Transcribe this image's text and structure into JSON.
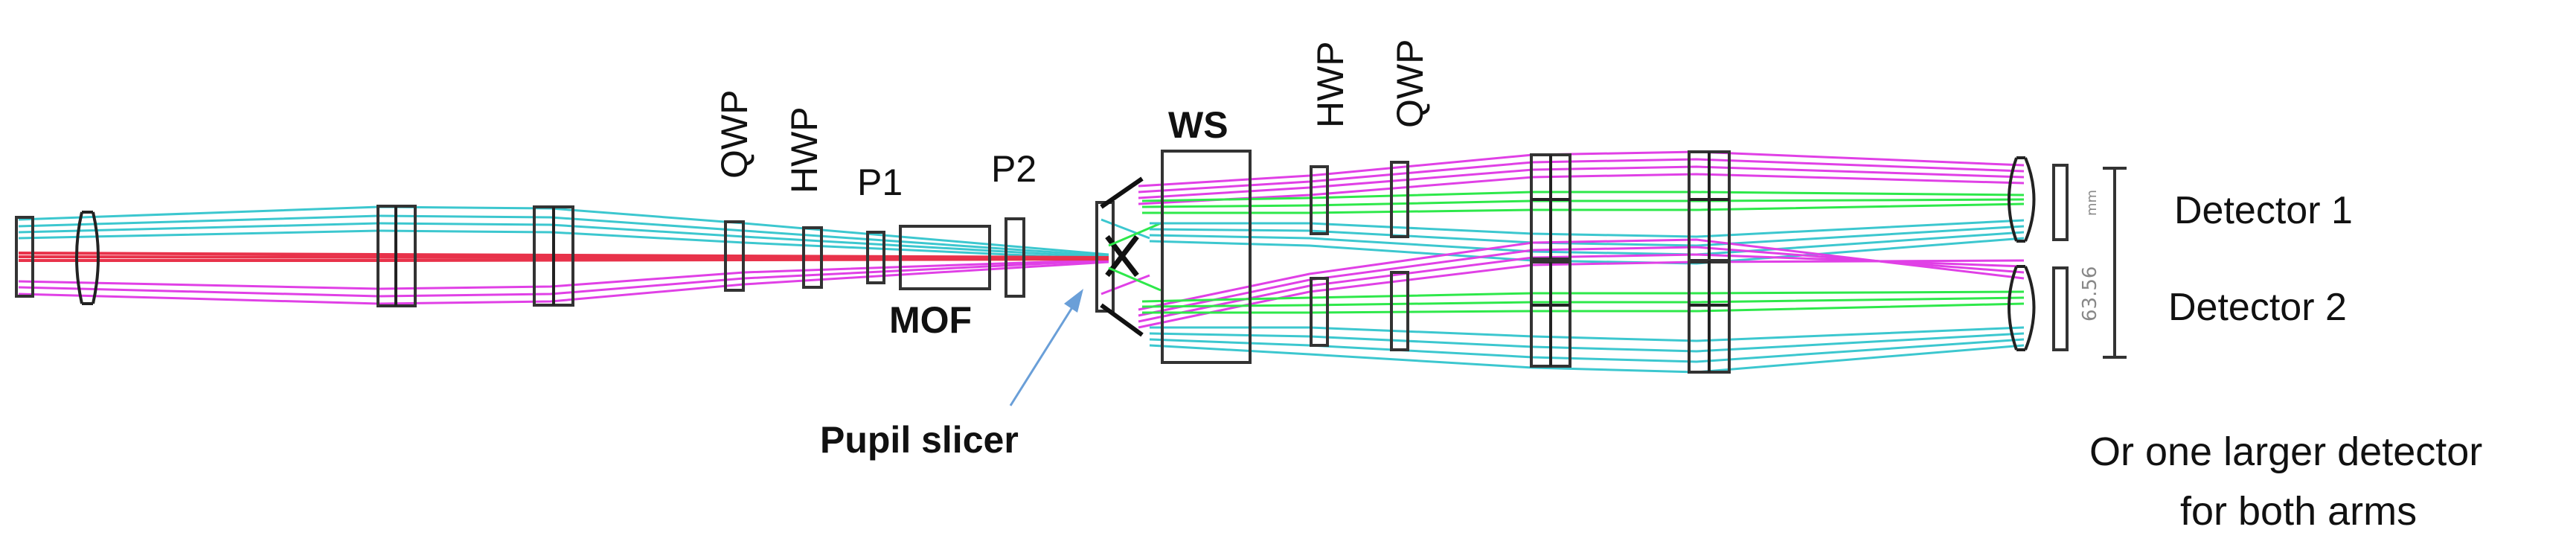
{
  "labels": {
    "qwp_in": "QWP",
    "hwp_in": "HWP",
    "p1": "P1",
    "p2": "P2",
    "mof": "MOF",
    "ws": "WS",
    "hwp_arm": "HWP",
    "qwp_arm": "QWP",
    "pupil_slicer": "Pupil slicer",
    "detector_1": "Detector 1",
    "detector_2": "Detector 2",
    "note_line1": "Or one larger detector",
    "note_line2": "for both arms",
    "scale_value": "63.56",
    "scale_unit": "mm"
  },
  "colors": {
    "cyan": "#3cc7cf",
    "magenta": "#e040e6",
    "red": "#e8324a",
    "green": "#2ee84a",
    "arrow": "#6a9fd8",
    "outline": "#222222"
  }
}
